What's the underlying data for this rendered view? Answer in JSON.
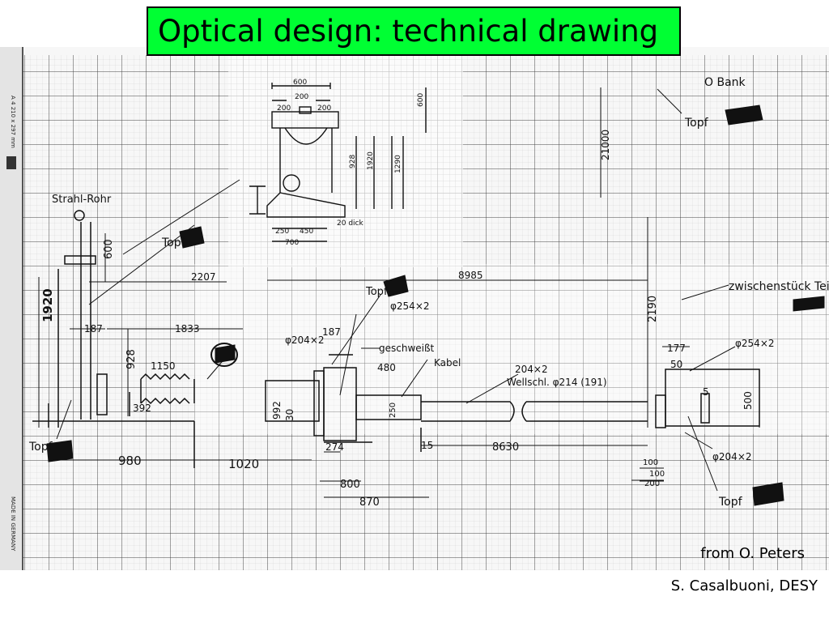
{
  "slide": {
    "title": "Optical design: technical drawing",
    "credit_source": "from O. Peters",
    "credit_author": "S. Casalbuoni, DESY",
    "colors": {
      "title_background": "#00ff33",
      "title_border": "#000000"
    }
  },
  "drawing": {
    "margin_label": "A 4 210 x 297 mm",
    "made_in": "MADE IN GERMANY",
    "top_inset_labels": [
      "600",
      "200",
      "200",
      "200",
      "600",
      "1920",
      "928",
      "1290",
      "250",
      "450",
      "700",
      "20 dick"
    ],
    "labels": [
      "O Bank",
      "Topf",
      "Strahl-Rohr",
      "Topf",
      "Topf",
      "Topf",
      "Topf",
      "zwischenstück Tei",
      "1920",
      "600",
      "2207",
      "8985",
      "2190",
      "21000",
      "187",
      "1833",
      "928",
      "1150",
      "392",
      "980",
      "1020",
      "φ254×2",
      "φ204×2",
      "geschweißt",
      "480",
      "Kabel",
      "187",
      "204×2",
      "Wellschl. φ214 (191)",
      "992",
      "30",
      "274",
      "800",
      "870",
      "8630",
      "15",
      "250",
      "177",
      "50",
      "5",
      "500",
      "φ254×2",
      "φ204×2",
      "100",
      "100",
      "200"
    ]
  }
}
